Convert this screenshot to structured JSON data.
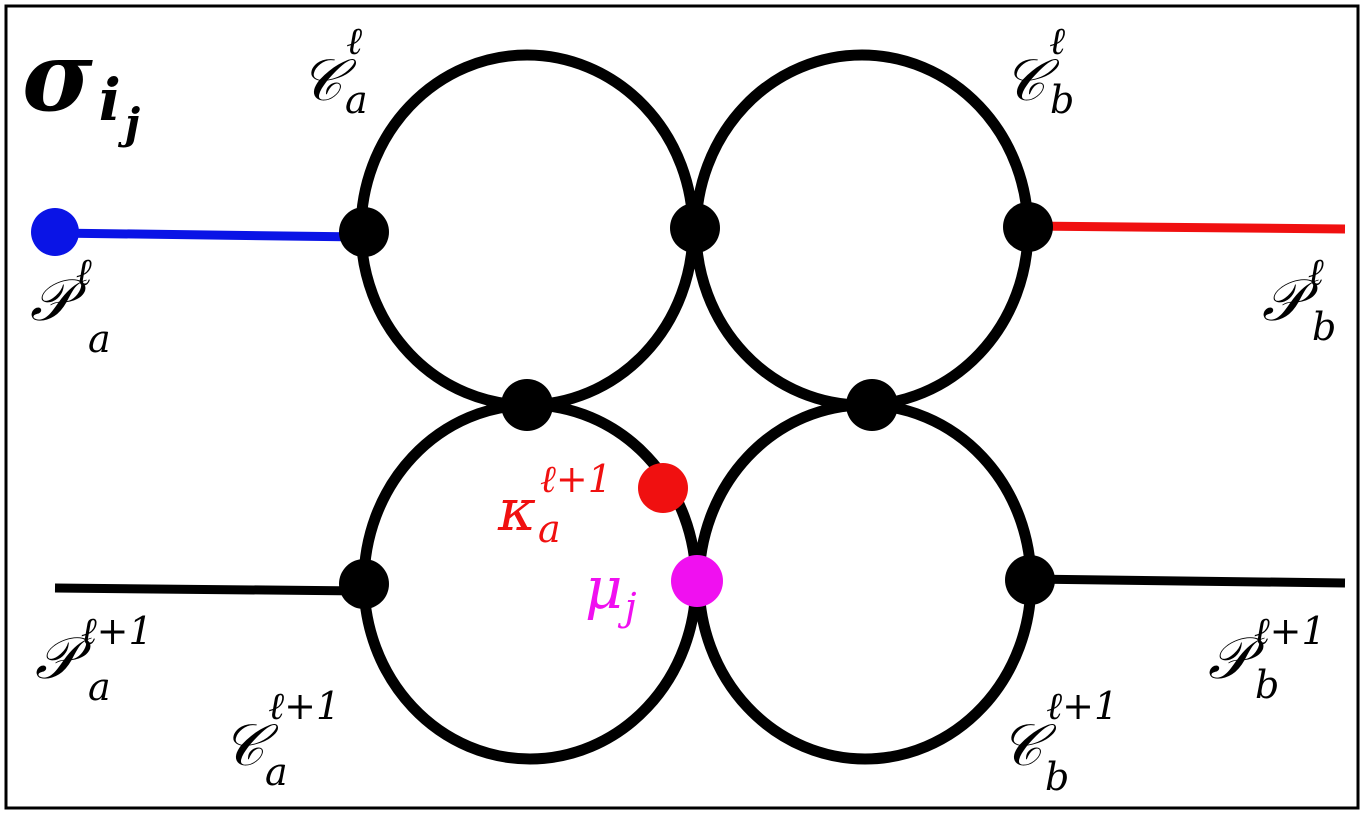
{
  "title": {
    "main": "σ",
    "sub": "i",
    "subsub": "j"
  },
  "colors": {
    "ink": "#000000",
    "blue": "#0a14e6",
    "red": "#f01010",
    "magenta": "#f010f0",
    "background": "#ffffff"
  },
  "labels": {
    "C_a_l": {
      "main": "𝒞",
      "sup": "ℓ",
      "sub": "a"
    },
    "C_b_l": {
      "main": "𝒞",
      "sup": "ℓ",
      "sub": "b"
    },
    "C_a_l1": {
      "main": "𝒞",
      "sup": "ℓ+1",
      "sub": "a"
    },
    "C_b_l1": {
      "main": "𝒞",
      "sup": "ℓ+1",
      "sub": "b"
    },
    "P_a_l": {
      "main": "𝒫",
      "sup": "ℓ",
      "sub": "a"
    },
    "P_b_l": {
      "main": "𝒫",
      "sup": "ℓ",
      "sub": "b"
    },
    "P_a_l1": {
      "main": "𝒫",
      "sup": "ℓ+1",
      "sub": "a"
    },
    "P_b_l1": {
      "main": "𝒫",
      "sup": "ℓ+1",
      "sub": "b"
    },
    "kappa": {
      "main": "κ",
      "sup": "ℓ+1",
      "sub": "a"
    },
    "mu": {
      "main": "μ",
      "sub": "j"
    }
  }
}
